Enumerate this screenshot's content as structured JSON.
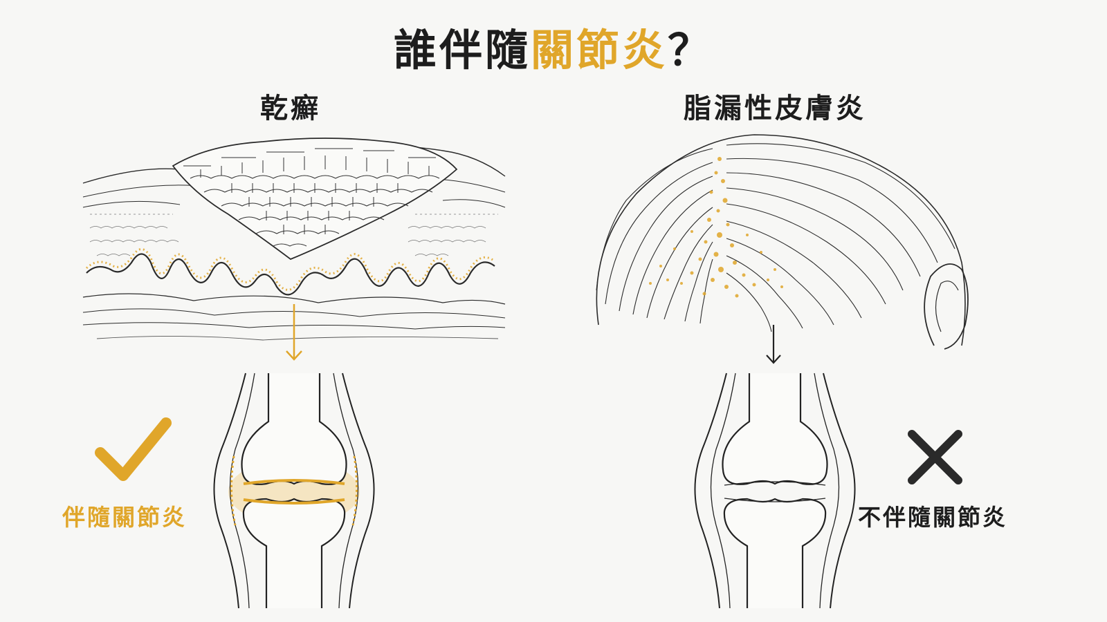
{
  "title": {
    "prefix": "誰伴隨",
    "accent": "關節炎",
    "suffix": "？"
  },
  "colors": {
    "accent": "#e0a62a",
    "ink": "#1d1d1d",
    "background": "#f7f7f5"
  },
  "panels": [
    {
      "name": "乾癬",
      "illustration": "skin-cross-section-with-plaque-icon",
      "joint": "inflamed-knee-joint-icon",
      "mark": "check-icon",
      "verdict": "伴隨關節炎"
    },
    {
      "name": "脂漏性皮膚炎",
      "illustration": "scalp-hair-with-flakes-icon",
      "joint": "normal-knee-joint-icon",
      "mark": "cross-icon",
      "verdict": "不伴隨關節炎"
    }
  ]
}
